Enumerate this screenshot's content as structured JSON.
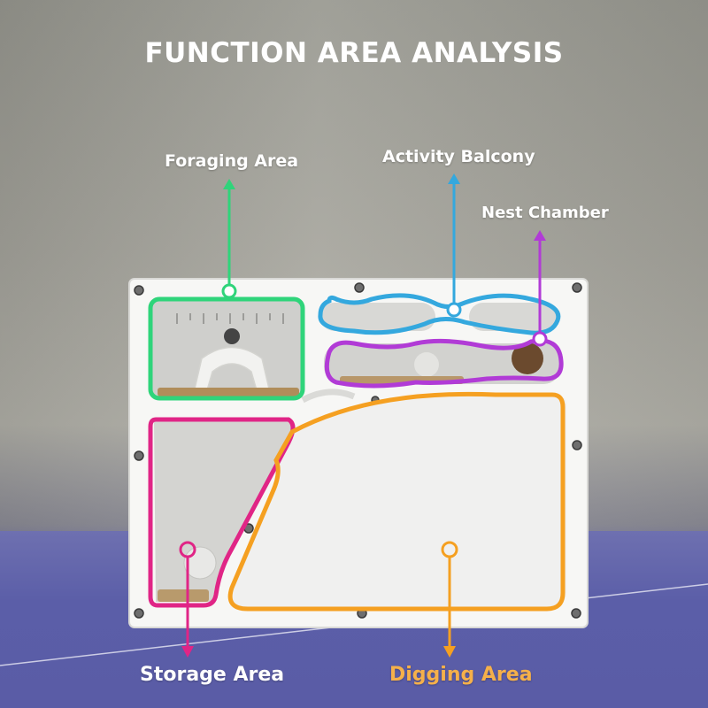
{
  "title": "FUNCTION AREA ANALYSIS",
  "areas": {
    "foraging": {
      "label": "Foraging Area",
      "color": "#2fd47a"
    },
    "balcony": {
      "label": "Activity Balcony",
      "color": "#34a8de"
    },
    "nest": {
      "label": "Nest Chamber",
      "color": "#b13bd6"
    },
    "storage": {
      "label": "Storage Area",
      "color": "#e02586"
    },
    "digging": {
      "label": "Digging Area",
      "color": "#f5a021"
    }
  }
}
